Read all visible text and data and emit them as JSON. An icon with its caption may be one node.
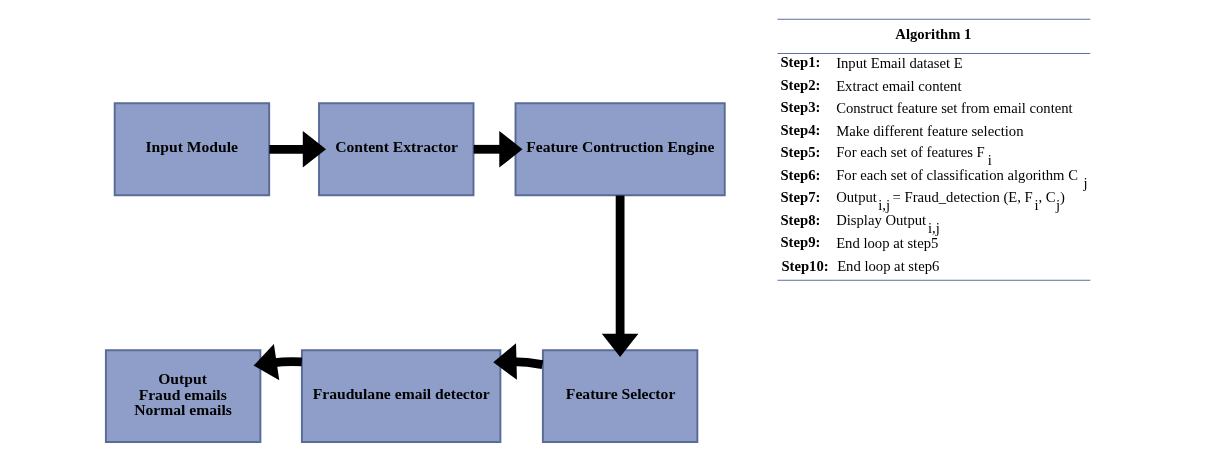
{
  "diagram": {
    "nodes": [
      {
        "text": [
          "Input Module"
        ]
      },
      {
        "text": [
          "Content Extractor"
        ]
      },
      {
        "text": [
          "Feature Contruction Engine"
        ]
      },
      {
        "text": [
          "Feature Selector"
        ]
      },
      {
        "text": [
          "Fraudulane email detector"
        ]
      },
      {
        "text": [
          "Output",
          "Fraud emails",
          "Normal emails"
        ]
      }
    ],
    "edges": [
      {
        "from": 0,
        "to": 1,
        "arrow": "to"
      },
      {
        "from": 1,
        "to": 2,
        "arrow": "to"
      },
      {
        "from": 2,
        "to": 3,
        "arrow": "to"
      },
      {
        "from": 3,
        "to": 4,
        "arrow": "to"
      },
      {
        "from": 4,
        "to": 5,
        "arrow": "to"
      }
    ],
    "labels": [
      "Algorithm 1",
      "Step1:",
      "Input Email dataset E",
      "Step2:",
      "Extract email content",
      "Step3:",
      "Construct feature set from email content",
      "Step4:",
      "Make different feature selection",
      "Step5:",
      "For each set of features F$_{i}$",
      "Step6:",
      "For each set of classification algorithm C$_{j}$",
      "Step7:",
      "Output$_{i,j}$ = Fraud_detection (E, F$_{i}$, C$_{j}$)",
      "Step8:",
      "Display Output$_{i,j}$",
      "Step9:",
      "End loop at step5",
      "Step10:",
      "End loop at step6"
    ]
  }
}
